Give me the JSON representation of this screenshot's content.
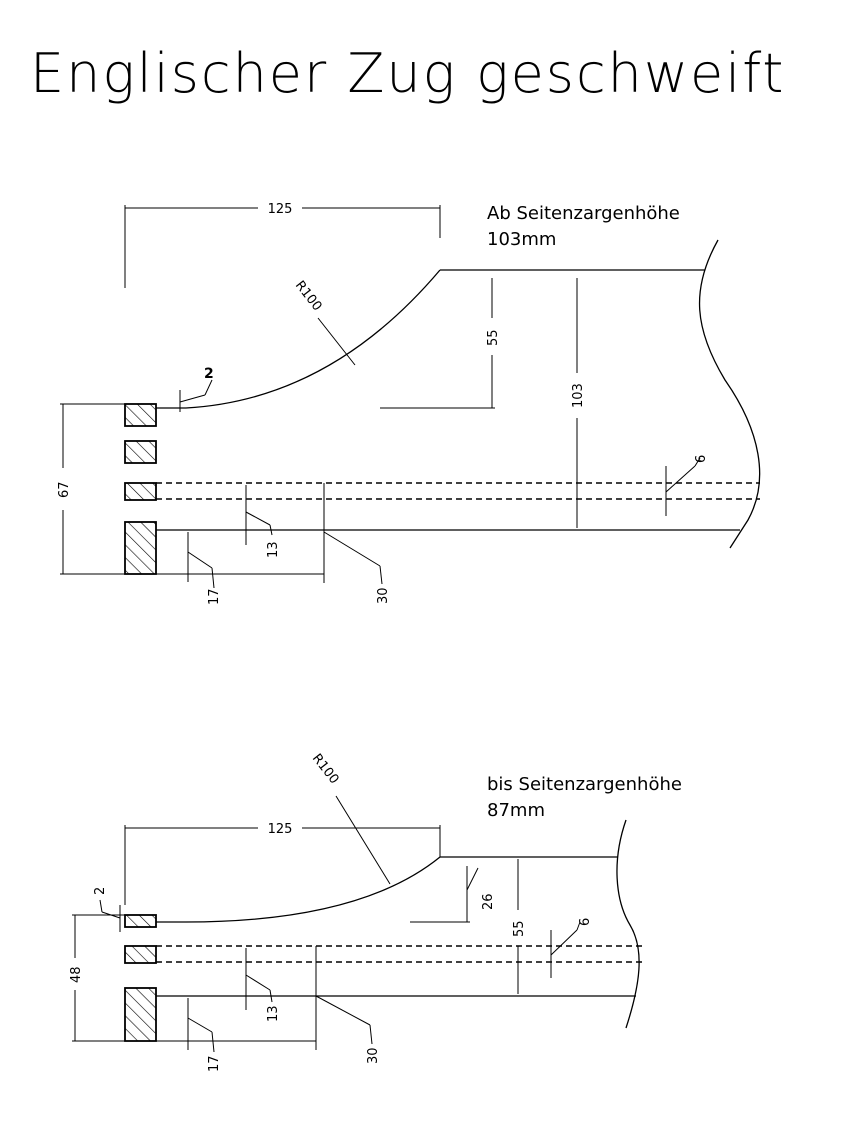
{
  "title": "Englischer Zug geschweift",
  "views": [
    {
      "note_line1": "Ab Seitenzargenhöhe",
      "note_line2": "103mm",
      "dims": {
        "width": "125",
        "radius": "R100",
        "offset_top": "2",
        "step_height": "55",
        "total_height": "103",
        "slot": "6",
        "block_height": "67",
        "dim_13": "13",
        "dim_17": "17",
        "dim_30": "30"
      }
    },
    {
      "note_line1": "bis Seitenzargenhöhe",
      "note_line2": "87mm",
      "dims": {
        "width": "125",
        "radius": "R100",
        "offset_top": "2",
        "step_small": "26",
        "step_height": "55",
        "slot": "6",
        "block_height": "48",
        "dim_13": "13",
        "dim_17": "17",
        "dim_30": "30"
      }
    }
  ]
}
